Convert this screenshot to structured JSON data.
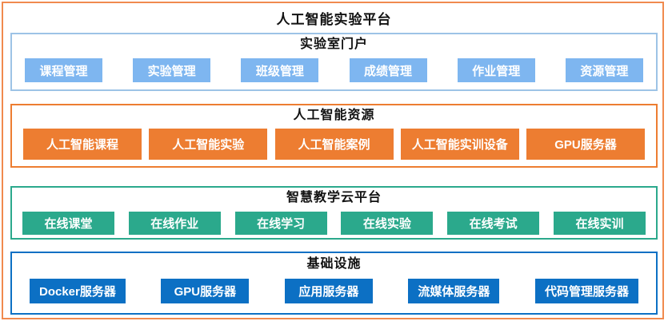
{
  "title": "人工智能实验平台",
  "colors": {
    "outer_border": "#F08A4E",
    "portal_border": "#9DC3E6",
    "portal_item_bg": "#7EB6F0",
    "ai_border": "#ED7D31",
    "ai_item_bg": "#ED7D31",
    "cloud_border": "#2BA98C",
    "cloud_item_bg": "#2BA98C",
    "infra_border": "#0C70C4",
    "infra_item_bg": "#0C70C4",
    "item_text": "#FFFFFF",
    "title_text": "#111111"
  },
  "sections": [
    {
      "title": "实验室门户",
      "items": [
        "课程管理",
        "实验管理",
        "班级管理",
        "成绩管理",
        "作业管理",
        "资源管理"
      ]
    },
    {
      "title": "人工智能资源",
      "items": [
        "人工智能课程",
        "人工智能实验",
        "人工智能案例",
        "人工智能实训设备",
        "GPU服务器"
      ]
    },
    {
      "title": "智慧教学云平台",
      "items": [
        "在线课堂",
        "在线作业",
        "在线学习",
        "在线实验",
        "在线考试",
        "在线实训"
      ]
    },
    {
      "title": "基础设施",
      "items": [
        "Docker服务器",
        "GPU服务器",
        "应用服务器",
        "流媒体服务器",
        "代码管理服务器"
      ]
    }
  ]
}
